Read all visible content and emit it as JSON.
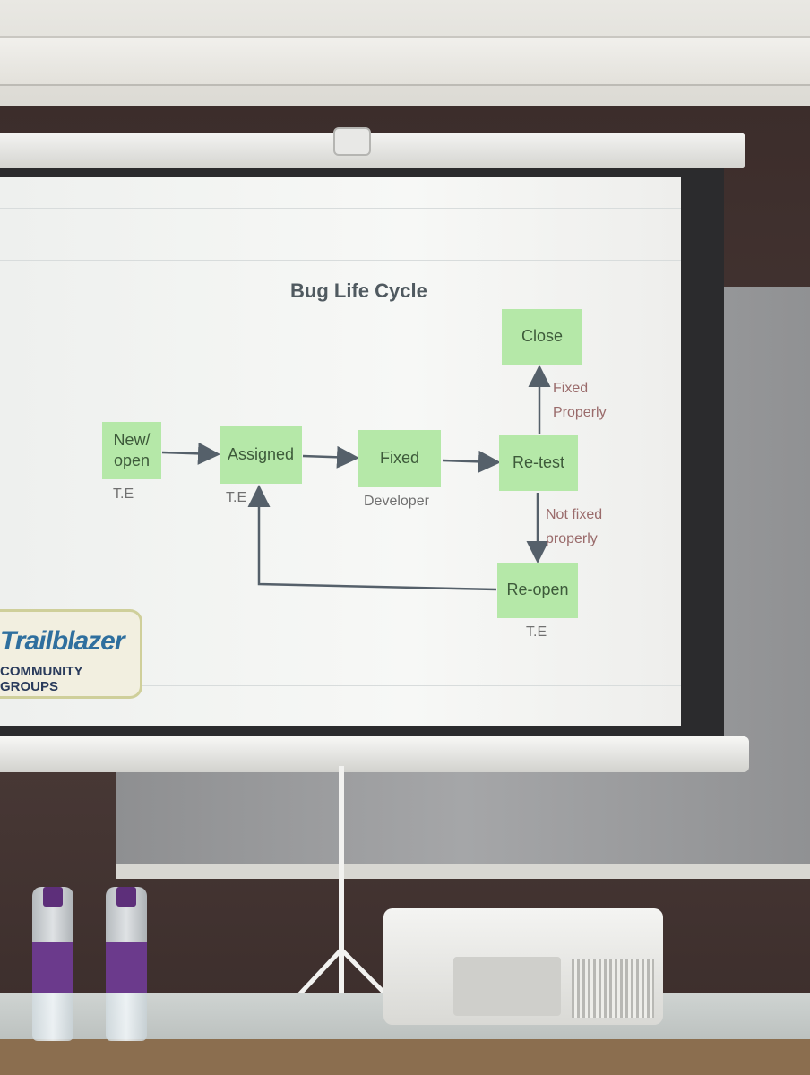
{
  "slide": {
    "title": "Bug Life Cycle",
    "nodes": {
      "new_open": "New/\nopen",
      "assigned": "Assigned",
      "fixed": "Fixed",
      "retest": "Re-test",
      "close": "Close",
      "reopen": "Re-open"
    },
    "sublabels": {
      "new_open": "T.E",
      "assigned": "T.E",
      "fixed": "Developer",
      "reopen": "T.E"
    },
    "edge_labels": {
      "fixed_properly": "Fixed\nProperly",
      "not_fixed_properly": "Not fixed\nproperly"
    },
    "logo": {
      "word": "Trailblazer",
      "sub": "COMMUNITY GROUPS"
    },
    "colors": {
      "node_fill": "#b5e8a8",
      "node_text": "#3d5a3a",
      "arrow": "#55606a",
      "edge_label": "#9a6b6b"
    }
  }
}
